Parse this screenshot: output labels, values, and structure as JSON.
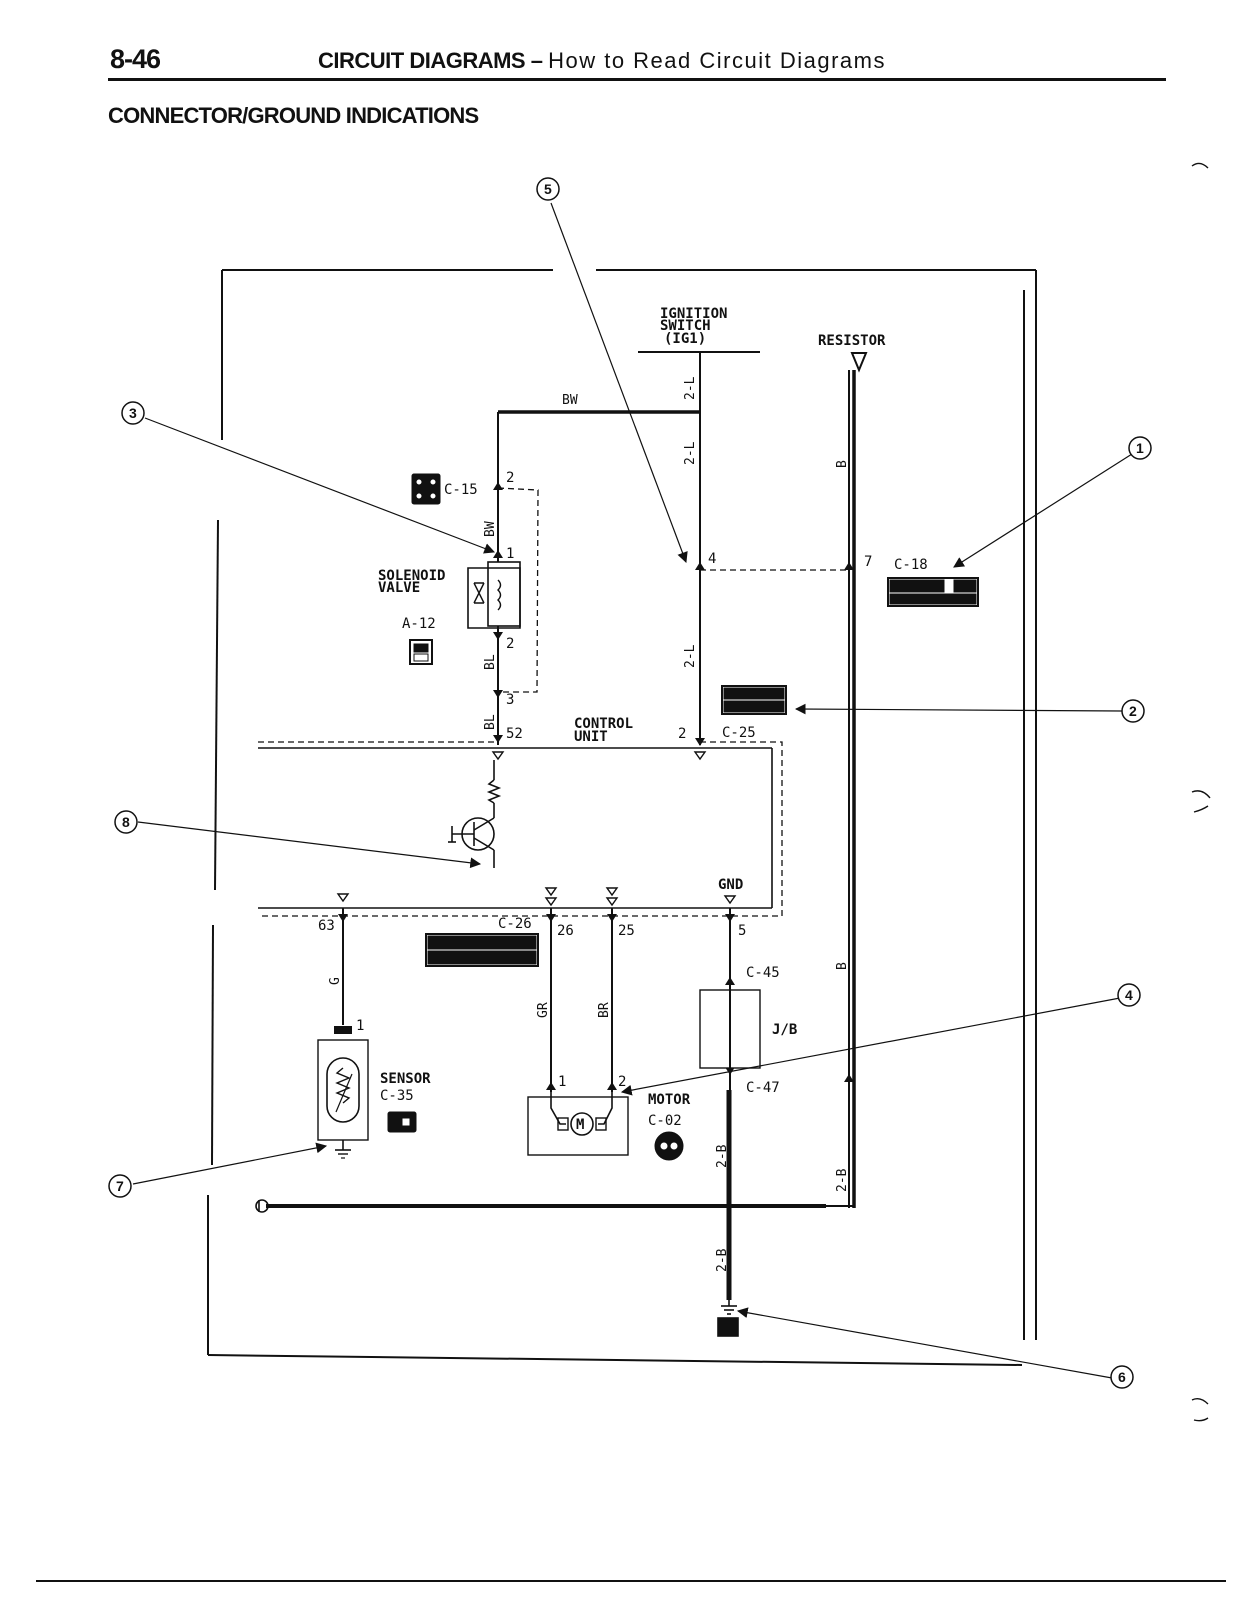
{
  "header": {
    "page_number": "8-46",
    "chapter": "CIRCUIT DIAGRAMS –",
    "chapter_sub": "How to Read Circuit Diagrams",
    "section": "CONNECTOR/GROUND INDICATIONS"
  },
  "callouts": [
    "1",
    "2",
    "3",
    "4",
    "5",
    "6",
    "7",
    "8"
  ],
  "components": {
    "ignition": [
      "IGNITION",
      "SWITCH",
      "(IG1)"
    ],
    "resistor": "RESISTOR",
    "solenoid": [
      "SOLENOID",
      "VALVE"
    ],
    "control_unit": [
      "CONTROL",
      "UNIT"
    ],
    "gnd": "GND",
    "jb": "J/B",
    "sensor": "SENSOR",
    "motor": "MOTOR"
  },
  "connectors": {
    "c15": "C-15",
    "a12": "A-12",
    "c18": "C-18",
    "c25": "C-25",
    "c26": "C-26",
    "c45": "C-45",
    "c47": "C-47",
    "c35": "C-35",
    "c02": "C-02"
  },
  "wires": {
    "bw": "BW",
    "bl": "BL",
    "l2": "2-L",
    "b": "B",
    "b2": "2-B",
    "g": "G",
    "gr": "GR",
    "br": "BR"
  },
  "pins": {
    "p2a": "2",
    "p1a": "1",
    "p2b": "2",
    "p3": "3",
    "p52": "52",
    "p2c": "2",
    "p4": "4",
    "p7": "7",
    "p63": "63",
    "p26": "26",
    "p25": "25",
    "p5": "5",
    "p1s": "1",
    "p1m": "1",
    "p2m": "2"
  }
}
